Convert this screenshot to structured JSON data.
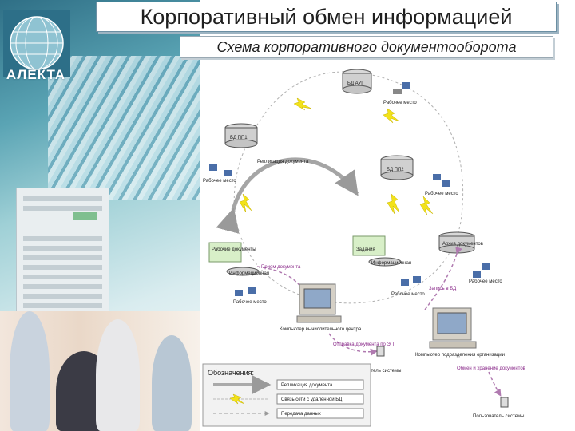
{
  "header": {
    "title": "Корпоративный обмен информацией",
    "subtitle": "Схема корпоративного документооборота"
  },
  "logo": {
    "text": "АЛЕКТА"
  },
  "diagram": {
    "db_top": "БД АУГ",
    "db_left": "БД ПП1",
    "db_mid": "БД ПП2",
    "db_right": "Архив документов",
    "workstation_top": "Рабочее место",
    "workstation_left": "Рабочее место",
    "workstation_mid": "Рабочее место",
    "workstation_right": "Рабочее место",
    "replication": "Репликация документа",
    "doc_left_top": "Рабочие документы",
    "doc_left_bottom": "Информационная",
    "doc_mid_top": "Задания",
    "doc_mid_bottom": "Информационная",
    "receive_doc": "Прием документа",
    "workstation_bl": "Рабочее место",
    "workstation_br": "Рабочее место",
    "to_db": "Запись в БД",
    "terminal_left": "Компьютер вычислительного центра",
    "terminal_right": "Компьютер подразделения организации",
    "send_doc": "Отправка документа по ЭП",
    "user_mid": "Пользователь системы",
    "exchange": "Обмен и хранение документов",
    "user_right": "Пользователь системы"
  },
  "legend": {
    "title": "Обозначения:",
    "items": [
      "Репликация документа",
      "Связь сети с удаленной БД",
      "Передача данных"
    ]
  },
  "colors": {
    "accent": "#1f5f78",
    "lightning": "#f2e21a",
    "flow": "#8a2a8a"
  }
}
